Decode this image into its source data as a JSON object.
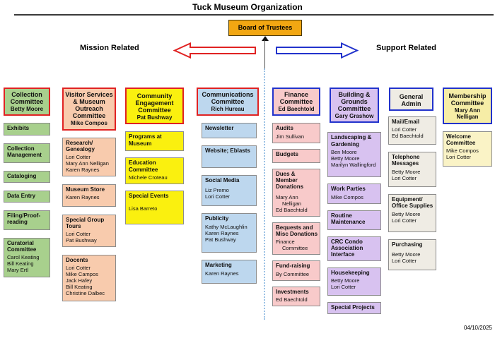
{
  "title": "Tuck Museum Organization",
  "board_label": "Board of Trustees",
  "mission_label": "Mission Related",
  "support_label": "Support Related",
  "date": "04/10/2025",
  "colors": {
    "accent_red": "#e02222",
    "accent_blue": "#2233cc",
    "board_gold": "#f2a712",
    "connector_dotted_blue": "#9cc2e5"
  },
  "icons": {
    "left_arrow": "mission-direction-arrow",
    "right_arrow": "support-direction-arrow",
    "up_arrow": "board-connector-arrow"
  },
  "columns": [
    {
      "id": "collection",
      "colors": {
        "bg": "#a8d08d",
        "border": "#e02222"
      },
      "header": {
        "title": "Collection Committee",
        "lead": "Betty Moore"
      },
      "boxes": [
        {
          "title": "Exhibits",
          "names": []
        },
        {
          "title": "Collection Management",
          "names": []
        },
        {
          "title": "Cataloging",
          "names": []
        },
        {
          "title": "Data Entry",
          "names": []
        },
        {
          "title": "Filing/Proof-reading",
          "names": []
        },
        {
          "title": "Curatorial Committee",
          "names": [
            "Carol Keating",
            "Bill Keating",
            "Mary Ertl"
          ]
        }
      ]
    },
    {
      "id": "visitor-services",
      "colors": {
        "bg": "#f8cbad",
        "border": "#e02222"
      },
      "header": {
        "title": "Visitor Services & Museum Outreach Committee",
        "lead": "Mike Compos"
      },
      "boxes": [
        {
          "title": "Research/Genealogy",
          "names": [
            "Lori Cotter",
            "Mary Ann Nelligan",
            "Karen Raynes"
          ]
        },
        {
          "title": "Museum Store",
          "names": [
            "Karen Raynes"
          ]
        },
        {
          "title": "Special Group Tours",
          "names": [
            "Lori Cotter",
            "Pat Bushway"
          ]
        },
        {
          "title": "Docents",
          "names": [
            "Lori Cotter",
            "Mike Campos",
            "Jack Hafey",
            "Bill Keating",
            "Christine Dalbec"
          ]
        }
      ]
    },
    {
      "id": "community-engagement",
      "colors": {
        "bg": "#faf00f",
        "border": "#e02222"
      },
      "header": {
        "title": "Community Engagement Committee",
        "lead": "Pat Bushway"
      },
      "boxes": [
        {
          "title": "Programs at Museum",
          "names": []
        },
        {
          "title": "Education Committee",
          "names": [
            "Michele Croteau"
          ]
        },
        {
          "title": "Special Events",
          "names": [
            "Lisa Barreto"
          ]
        }
      ]
    },
    {
      "id": "communications",
      "colors": {
        "bg": "#bdd7ee",
        "border": "#e02222"
      },
      "header": {
        "title": "Communications Committee",
        "lead": "Rich Hureau"
      },
      "boxes": [
        {
          "title": "Newsletter",
          "names": []
        },
        {
          "title": "Website; Eblasts",
          "names": []
        },
        {
          "title": "Social Media",
          "names": [
            "Liz Premo",
            "Lori Cotter"
          ]
        },
        {
          "title": "Publicity",
          "names": [
            "Kathy McLaughlin",
            "Karen Raynes",
            "Pat Bushway"
          ]
        },
        {
          "title": "Marketing",
          "names": [
            "Karen Raynes"
          ]
        }
      ]
    },
    {
      "id": "finance",
      "colors": {
        "bg": "#f8caca",
        "border": "#2233cc"
      },
      "header": {
        "title": "Finance Committee",
        "lead": "Ed Baechtold"
      },
      "boxes": [
        {
          "title": "Audits",
          "names": [
            "Jim Sullivan"
          ]
        },
        {
          "title": "Budgets",
          "names": []
        },
        {
          "title": "Dues & Member Donations",
          "names": [
            "Mary Ann Nelligan",
            "Ed Baechtold"
          ]
        },
        {
          "title": "Bequests and Misc Donations",
          "names": [
            "Finance Committee"
          ]
        },
        {
          "title": "Fund-raising",
          "names": [
            "By Committee"
          ]
        },
        {
          "title": "Investments",
          "names": [
            "Ed Baechtold"
          ]
        }
      ]
    },
    {
      "id": "building-grounds",
      "colors": {
        "bg": "#d8c2f0",
        "border": "#2233cc"
      },
      "header": {
        "title": "Building & Grounds Committee",
        "lead": "Gary Grashow"
      },
      "boxes": [
        {
          "title": "Landscaping & Gardening",
          "names": [
            "Ben Moore",
            "Betty Moore",
            "Marilyn Wallingford"
          ]
        },
        {
          "title": "Work Parties",
          "names": [
            "Mike Compos"
          ]
        },
        {
          "title": "Routine Maintenance",
          "names": []
        },
        {
          "title": "CRC Condo Association Interface",
          "names": []
        },
        {
          "title": "Housekeeping",
          "names": [
            "Betty Moore",
            "Lori Cotter"
          ]
        },
        {
          "title": "Special Projects",
          "names": []
        }
      ]
    },
    {
      "id": "general-admin",
      "colors": {
        "bg": "#efece4",
        "border": "#2233cc"
      },
      "header": {
        "title": "General Admin",
        "lead": ""
      },
      "boxes": [
        {
          "title": "Mail/Email",
          "names": [
            "Lori Cotter",
            "Ed Baechtold"
          ]
        },
        {
          "title": "Telephone Messages",
          "names": [
            "Betty Moore",
            "Lori Cotter"
          ]
        },
        {
          "title": "Equipment/Office Supplies",
          "names": [
            "Betty Moore",
            "Lori Cotter"
          ]
        },
        {
          "title": "Purchasing",
          "names": [
            "Betty Moore",
            "Lori Cotter"
          ]
        }
      ]
    },
    {
      "id": "membership",
      "colors": {
        "bg": "#f6eda6",
        "border": "#2233cc",
        "box_bg": "#faf3c6"
      },
      "header": {
        "title": "Membership Committee",
        "lead": "Mary Ann Nelligan"
      },
      "boxes": [
        {
          "title": "Welcome Committee",
          "names": [
            "Mike Compos",
            "Lori Cotter"
          ]
        }
      ]
    }
  ]
}
